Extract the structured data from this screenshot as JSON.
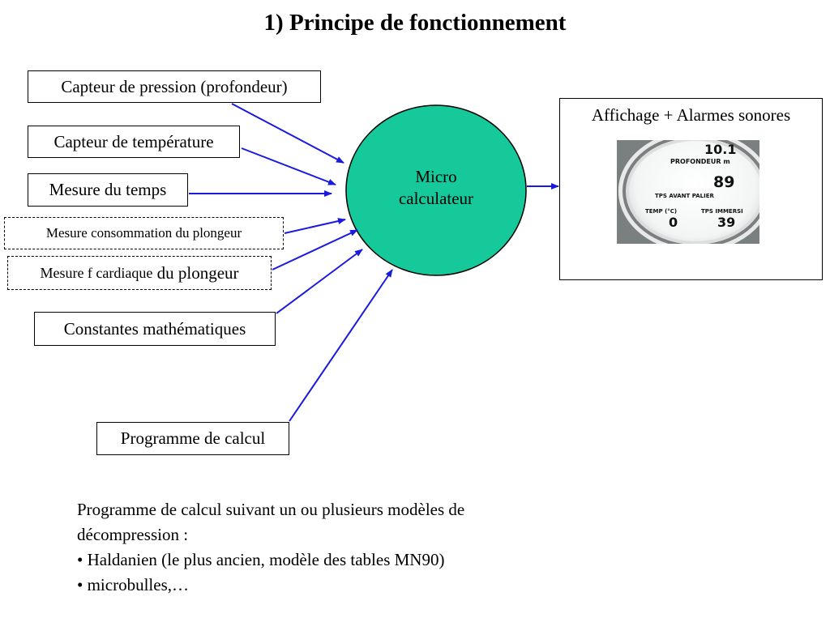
{
  "title": "1) Principe de fonctionnement",
  "inputs": {
    "pressure": "Capteur de pression (profondeur)",
    "temperature": "Capteur de température",
    "time": "Mesure du temps",
    "consumption": "Mesure consommation du plongeur",
    "heart_a": "Mesure f cardiaque",
    "heart_b": "du plongeur",
    "constants": "Constantes mathématiques",
    "program": "Programme de calcul"
  },
  "micro": {
    "line1": "Micro",
    "line2": "calculateur"
  },
  "output": {
    "title": "Affichage + Alarmes sonores",
    "display": {
      "depth_value": "10.1",
      "depth_label": "PROFONDEUR",
      "depth_unit": "m",
      "palier_value": "89",
      "palier_label": "TPS AVANT PALIER",
      "temp_label": "TEMP (°C)",
      "temp_value": "0",
      "immersion_label": "TPS IMMERSI",
      "immersion_value": "39"
    }
  },
  "footnote": {
    "line1": "Programme de calcul suivant un ou plusieurs modèles de",
    "line2": "décompression :",
    "line3": "• Haldanien (le plus ancien, modèle des tables MN90)",
    "line4": "• microbulles,…"
  },
  "colors": {
    "arrow": "#1a1adf",
    "micro_fill": "#15c99a"
  }
}
